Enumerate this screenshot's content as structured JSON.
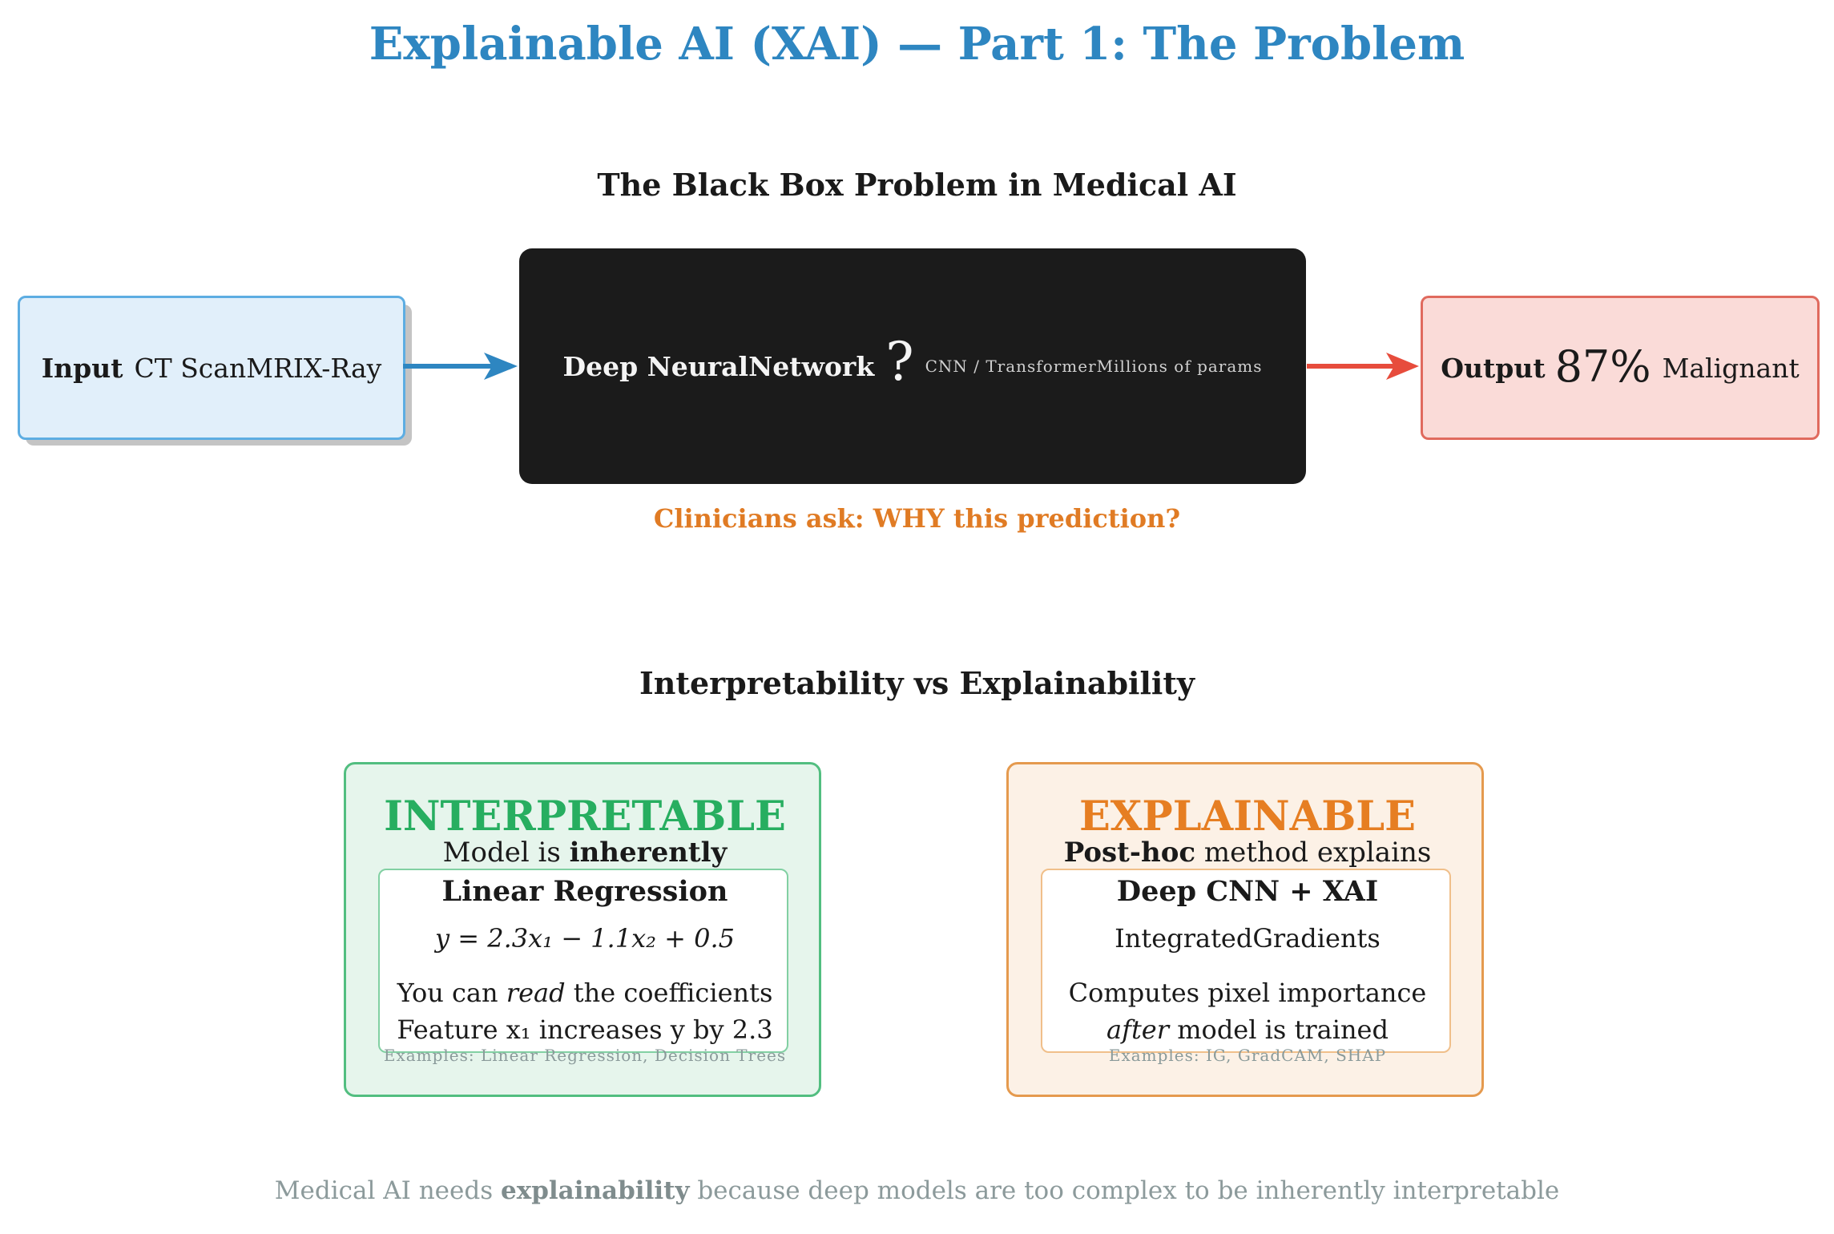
{
  "title": "Explainable AI (XAI) — Part 1: The Problem",
  "section1": {
    "title": "The Black Box Problem in Medical AI",
    "input": {
      "label": "Input",
      "items": [
        "CT Scan",
        "MRI",
        "X-Ray"
      ]
    },
    "blackbox": {
      "title_parts": [
        "Deep Neural",
        "Network"
      ],
      "symbol": "?",
      "sub_parts": [
        "CNN / Transformer",
        "Millions of params"
      ]
    },
    "output": {
      "label": "Output",
      "value": "87%",
      "text": "Malignant"
    },
    "question": "Clinicians ask: WHY this prediction?"
  },
  "section2": {
    "title": "Interpretability vs Explainability",
    "interpretable": {
      "heading": "INTERPRETABLE",
      "sub_prefix": "Model is",
      "sub_bold": "inherently",
      "inner_title": "Linear Regression",
      "formula": "y = 2.3x₁ − 1.1x₂ + 0.5",
      "line1_a": "You can",
      "line1_em": "read",
      "line1_b": "the coefficients",
      "line2": "Feature x₁ increases y by 2.3",
      "examples": "Examples: Linear Regression, Decision Trees"
    },
    "explainable": {
      "heading": "EXPLAINABLE",
      "sub_bold": "Post-hoc",
      "sub_suffix": "method explains",
      "inner_title": "Deep CNN + XAI",
      "method_parts": [
        "Integrated",
        "Gradients"
      ],
      "line1": "Computes pixel importance",
      "line2_em": "after",
      "line2_b": "model is trained",
      "examples": "Examples: IG, GradCAM, SHAP"
    }
  },
  "footer": {
    "prefix": "Medical AI needs",
    "bold": "explainability",
    "suffix": "because deep models are too complex to be inherently interpretable"
  },
  "colors": {
    "title": "#2e86c1",
    "input_arrow": "#2e86c1",
    "output_arrow": "#e74c3c",
    "question": "#e07b24",
    "interpretable": "#27ae60",
    "explainable": "#e67e22"
  }
}
